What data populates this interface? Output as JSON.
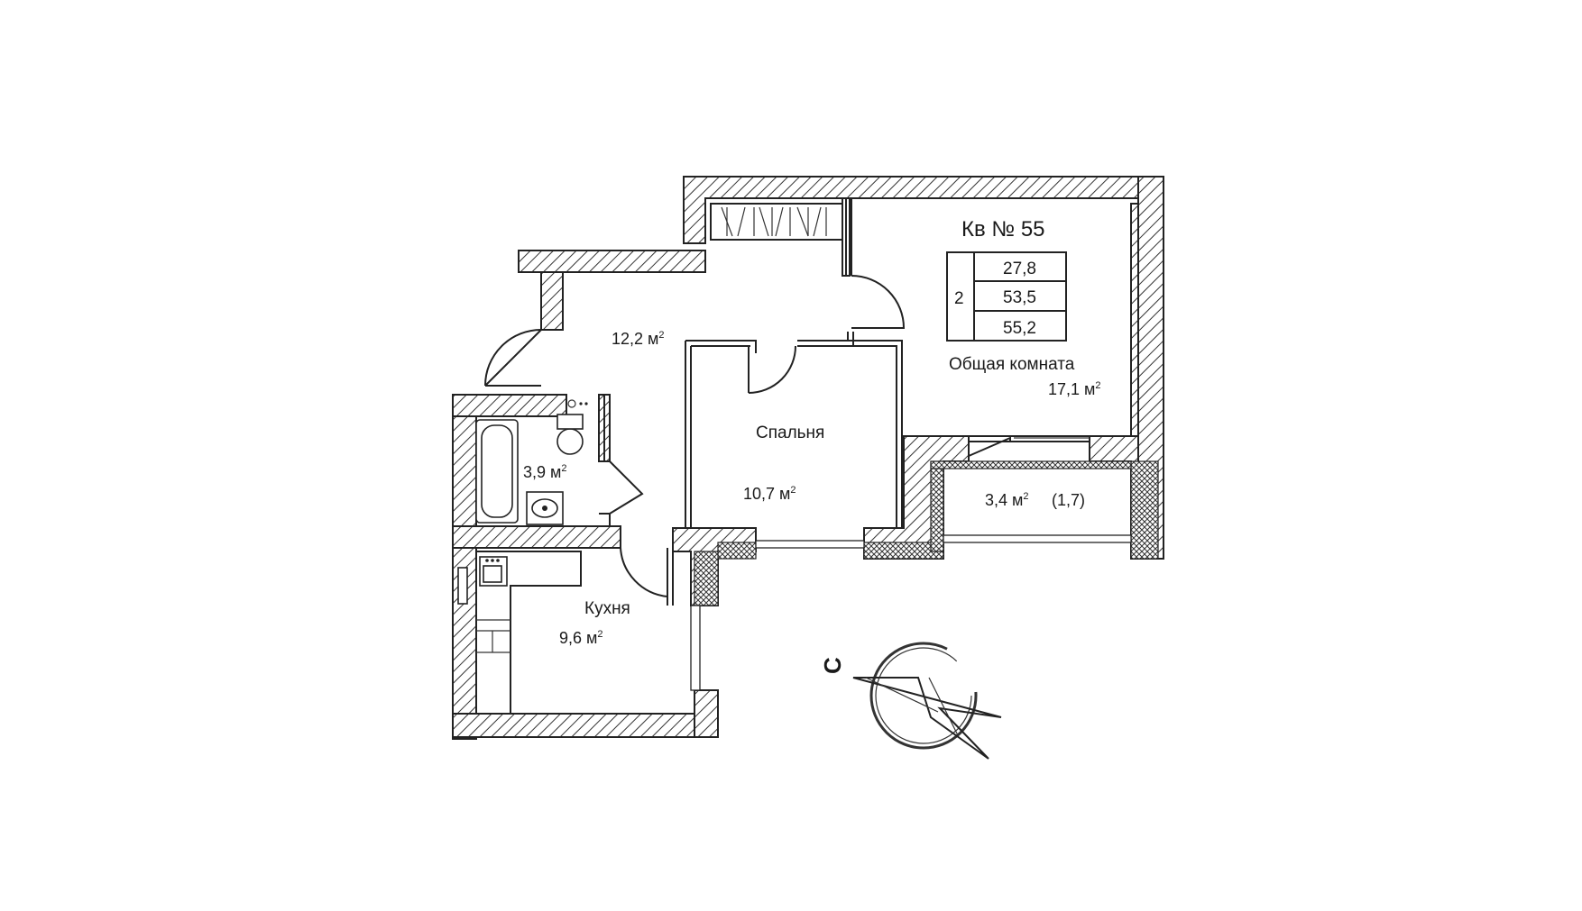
{
  "apartment": {
    "title": "Кв № 55",
    "rooms_count": "2",
    "areas": [
      "27,8",
      "53,5",
      "55,2"
    ]
  },
  "rooms": {
    "hall": {
      "name": "",
      "area": "12,2 м"
    },
    "bathroom": {
      "name": "",
      "area": "3,9 м"
    },
    "bedroom": {
      "name": "Спальня",
      "area": "10,7 м"
    },
    "living": {
      "name": "Общая комната",
      "area": "17,1 м"
    },
    "kitchen": {
      "name": "Кухня",
      "area": "9,6 м"
    },
    "balcony": {
      "name": "",
      "area": "3,4 м",
      "reduced_area": "(1,7)"
    }
  },
  "unit_superscript": "2",
  "compass": {
    "north_letter": "С"
  }
}
